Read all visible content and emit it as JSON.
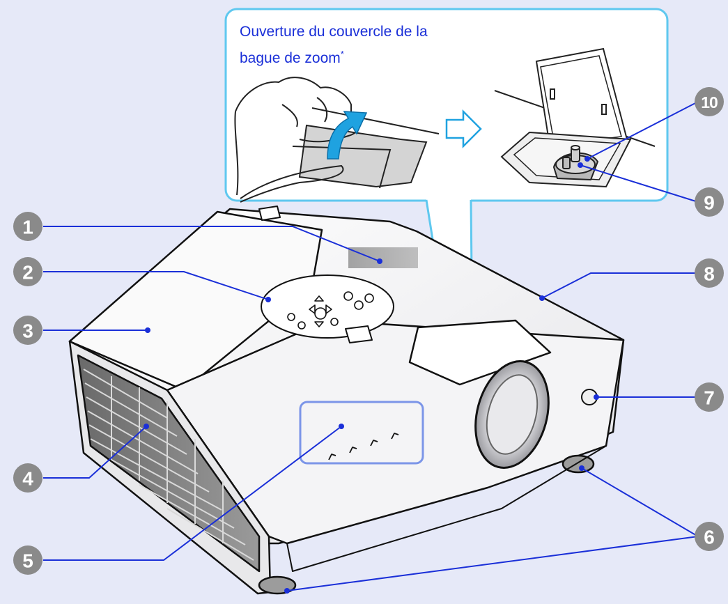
{
  "callout": {
    "title_line1": "Ouverture du couvercle de la",
    "title_line2": "bague de zoom",
    "asterisk": "*"
  },
  "markers": [
    "1",
    "2",
    "3",
    "4",
    "5",
    "6",
    "7",
    "8",
    "9",
    "10"
  ],
  "colors": {
    "background": "#e6e9f8",
    "callout_border": "#5fc8ef",
    "callout_text": "#1a2fd8",
    "leader_line": "#1a2fd8",
    "marker_fill": "#8a8a8a",
    "arrow": "#1fa2e0"
  }
}
